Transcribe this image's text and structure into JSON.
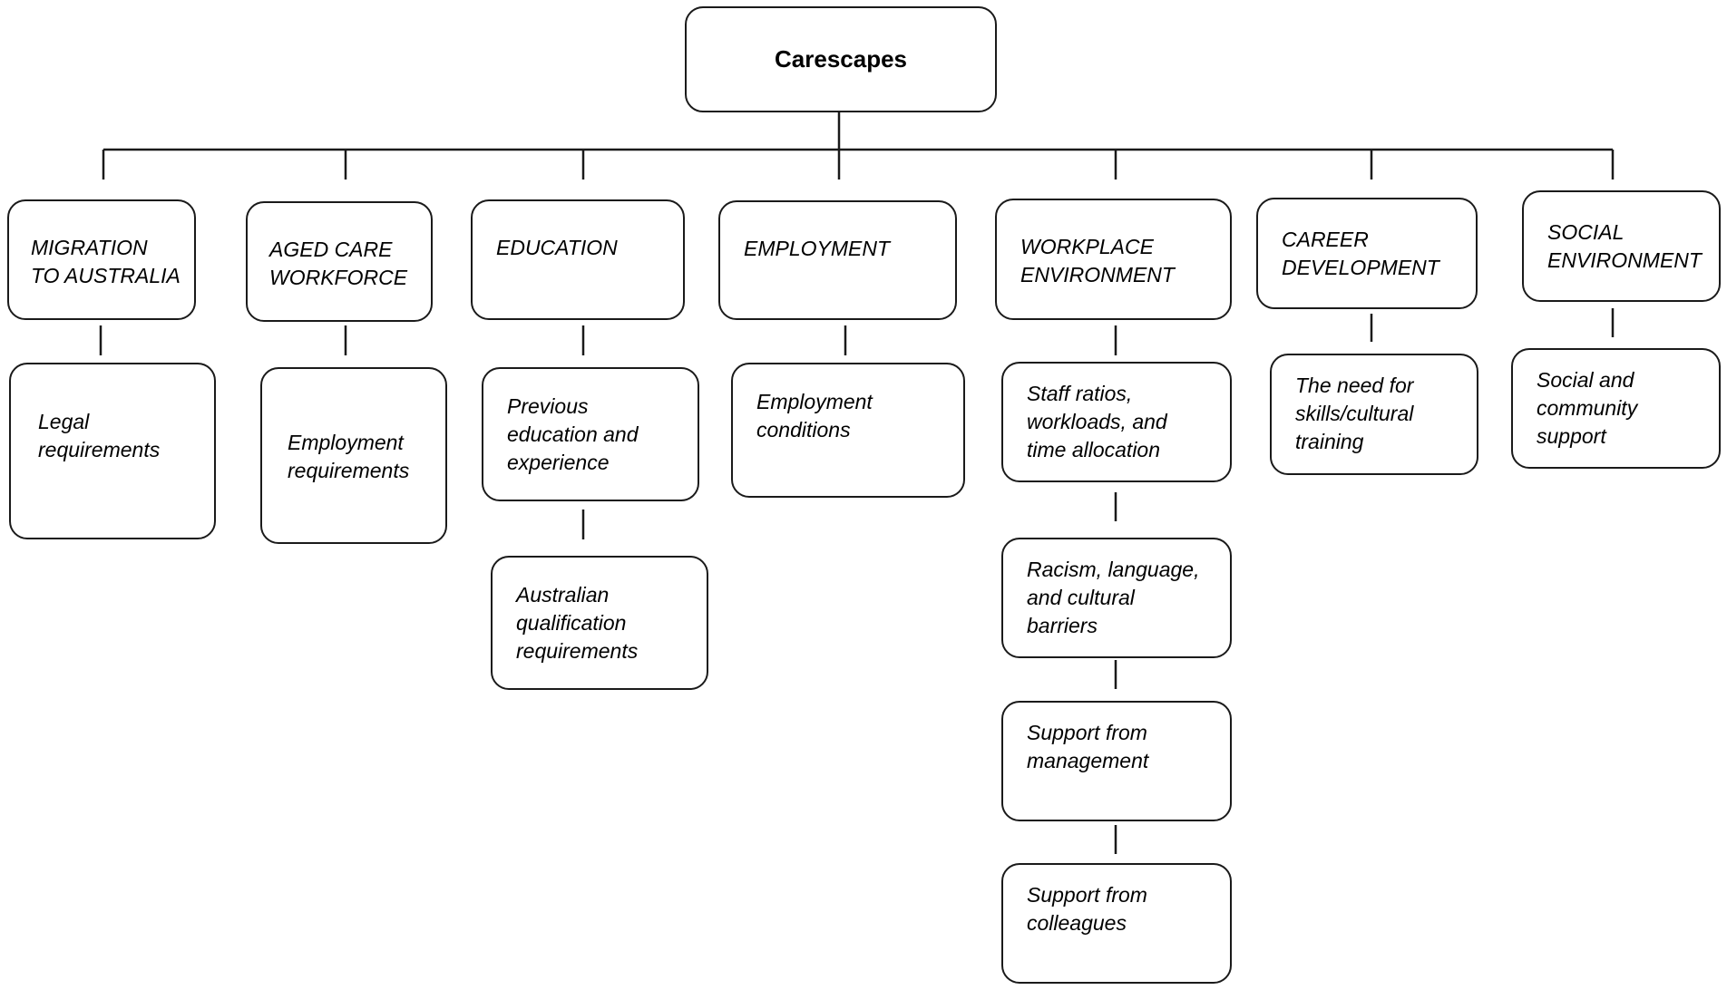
{
  "root": {
    "label": "Carescapes"
  },
  "categories": [
    {
      "label": "MIGRATION\nTO AUSTRALIA",
      "children": [
        "Legal\nrequirements"
      ]
    },
    {
      "label": "AGED CARE\nWORKFORCE",
      "children": [
        "Employment\nrequirements"
      ]
    },
    {
      "label": "EDUCATION",
      "children": [
        "Previous\neducation and\nexperience",
        "Australian\nqualification\nrequirements"
      ]
    },
    {
      "label": "EMPLOYMENT",
      "children": [
        "Employment\nconditions"
      ]
    },
    {
      "label": "WORKPLACE\nENVIRONMENT",
      "children": [
        "Staff ratios,\nworkloads, and\ntime allocation",
        "Racism, language,\nand cultural\nbarriers",
        "Support from\nmanagement",
        "Support from\ncolleagues"
      ]
    },
    {
      "label": "CAREER\nDEVELOPMENT",
      "children": [
        "The need for\nskills/cultural\ntraining"
      ]
    },
    {
      "label": "SOCIAL\nENVIRONMENT",
      "children": [
        "Social and\ncommunity\nsupport"
      ]
    }
  ]
}
